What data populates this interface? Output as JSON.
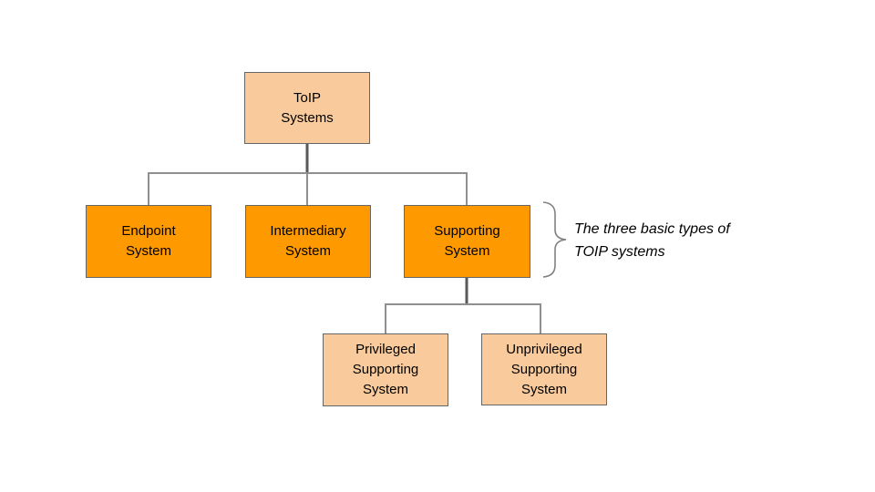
{
  "nodes": {
    "toip": {
      "lines": [
        "ToIP",
        "Systems"
      ],
      "style": "peach"
    },
    "endpoint": {
      "lines": [
        "Endpoint",
        "System"
      ],
      "style": "orange"
    },
    "intermediary": {
      "lines": [
        "Intermediary",
        "System"
      ],
      "style": "orange"
    },
    "supporting": {
      "lines": [
        "Supporting",
        "System"
      ],
      "style": "orange"
    },
    "privileged": {
      "lines": [
        "Privileged",
        "Supporting",
        "System"
      ],
      "style": "peach"
    },
    "unprivileged": {
      "lines": [
        "Unprivileged",
        "Supporting",
        "System"
      ],
      "style": "peach"
    }
  },
  "annotation": {
    "lines": [
      "The three basic types of",
      "TOIP systems"
    ]
  },
  "colors": {
    "peach_fill": "#F9CB9C",
    "orange_fill": "#FF9900",
    "box_border": "#666666",
    "stem_line": "#595959",
    "connector_line": "#8F8F8F",
    "brace_line": "#808080",
    "text": "#000000",
    "background": "#FFFFFF"
  }
}
